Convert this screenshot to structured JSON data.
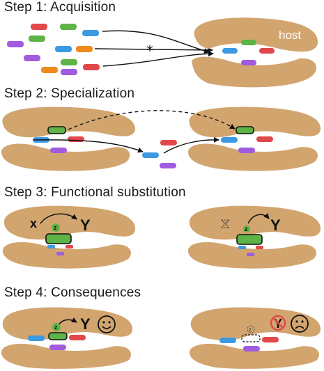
{
  "steps": {
    "step1": {
      "title": "Step 1:  Acquisition"
    },
    "step2": {
      "title": "Step 2:  Specialization"
    },
    "step3": {
      "title": "Step 3:  Functional substitution"
    },
    "step4": {
      "title": "Step 4:  Consequences"
    }
  },
  "labels": {
    "host": "host",
    "star": "*",
    "x": "x",
    "y": "Y",
    "z": "z"
  },
  "colors": {
    "host": "#D2A56F",
    "green": "#5DB346",
    "blue": "#3B9AE1",
    "red": "#E0484A",
    "purple": "#A05BDE",
    "orange": "#F08A1F",
    "outline": "#111111"
  },
  "icons": {
    "happy": "smiley-face-icon",
    "sad": "sad-face-icon",
    "prohibited": "prohibition-icon"
  }
}
